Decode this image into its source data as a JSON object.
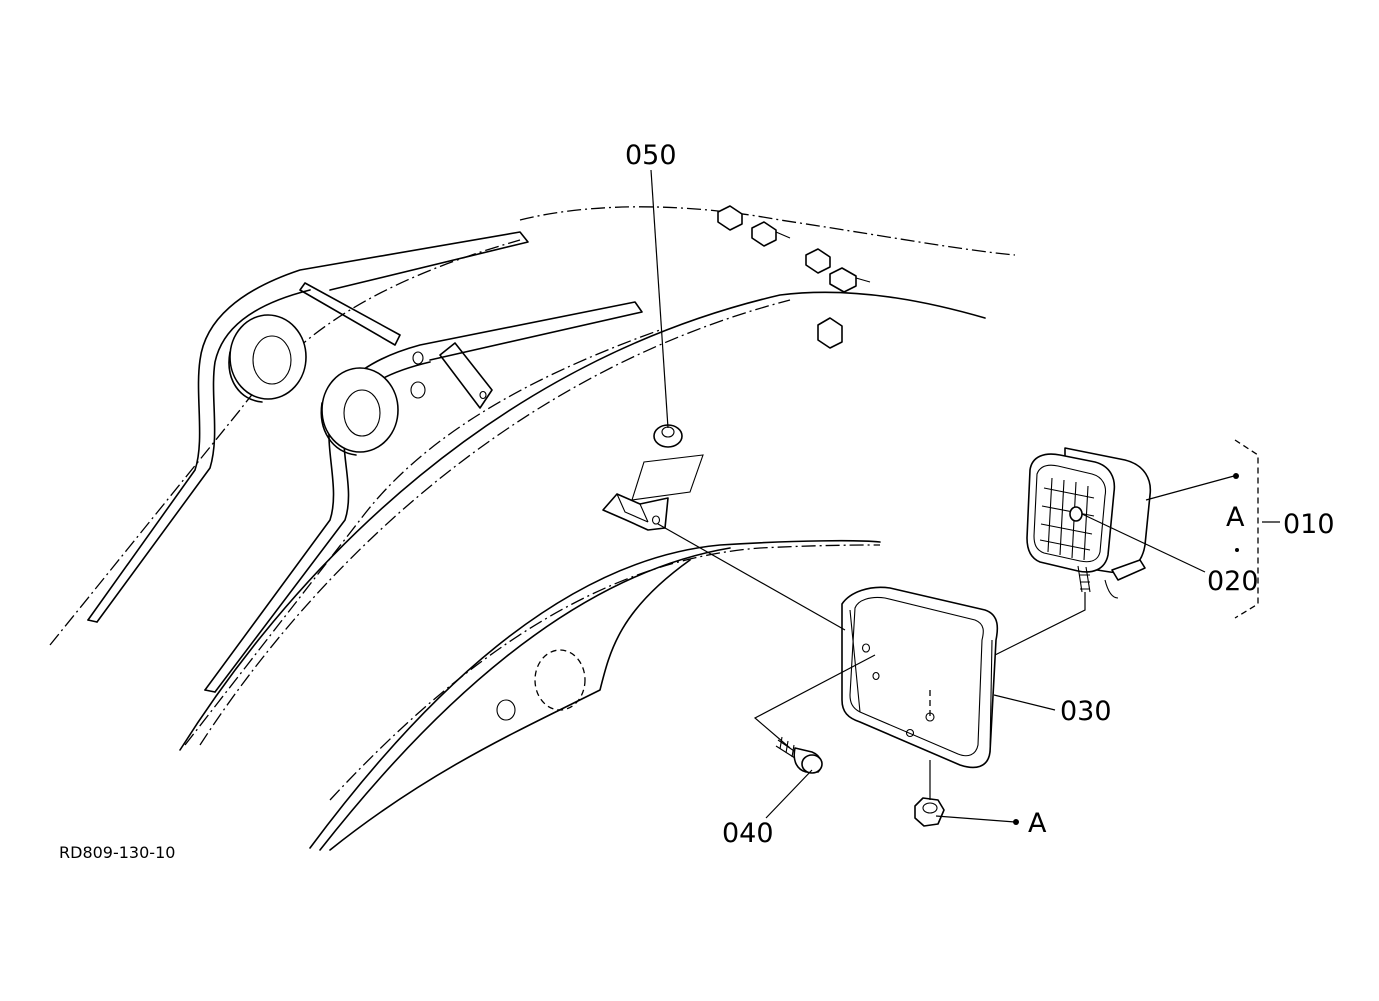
{
  "diagram": {
    "figure_code": "RD809-130-10",
    "callouts": {
      "p050": "050",
      "p010": "010",
      "p020": "020",
      "p030": "030",
      "p040": "040",
      "markA_right": "A",
      "markA_bottom": "A"
    }
  }
}
